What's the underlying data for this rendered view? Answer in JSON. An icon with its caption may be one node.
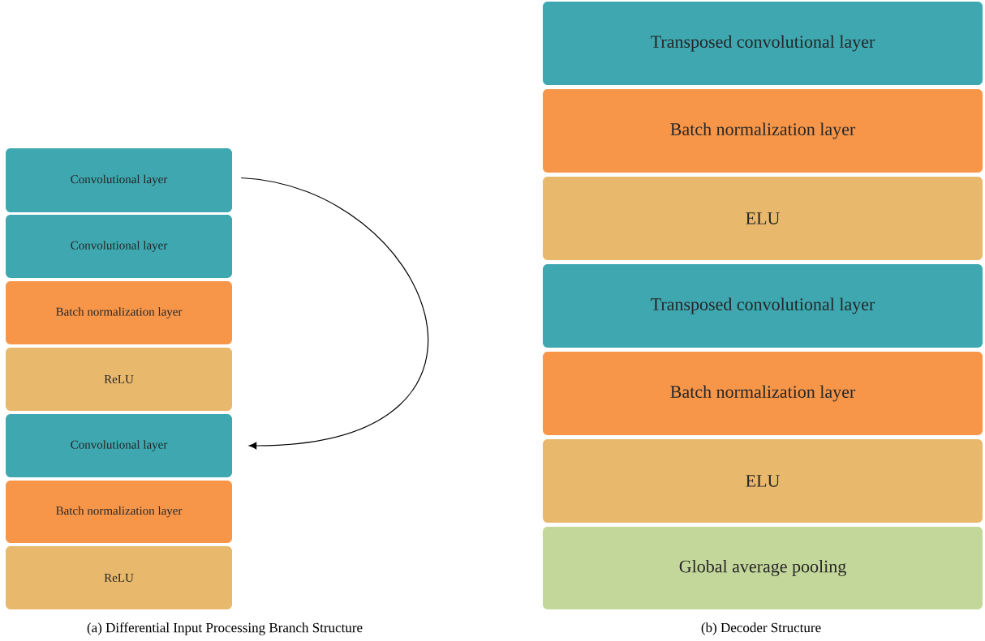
{
  "diagram": {
    "nodes": [
      {
        "text": [
          "Convolutional layer"
        ]
      },
      {
        "text": [
          "Convolutional layer"
        ]
      },
      {
        "text": [
          "Batch normalization layer"
        ]
      },
      {
        "text": [
          "ReLU"
        ]
      },
      {
        "text": [
          "Convolutional layer"
        ]
      },
      {
        "text": [
          "Batch normalization layer"
        ]
      },
      {
        "text": [
          "ReLU"
        ]
      },
      {
        "text": [
          "Transposed convolutional layer"
        ]
      },
      {
        "text": [
          "Batch normalization layer"
        ]
      },
      {
        "text": [
          "ELU"
        ]
      },
      {
        "text": [
          "Transposed convolutional layer"
        ]
      },
      {
        "text": [
          "Batch normalization layer"
        ]
      },
      {
        "text": [
          "ELU"
        ]
      },
      {
        "text": [
          "Global average pooling"
        ]
      }
    ],
    "edges": [
      {
        "from": 0,
        "to": 4,
        "arrow": "to"
      }
    ],
    "labels": [
      "(a) Differential Input Processing Branch Structure",
      "(b) Decoder Structure"
    ]
  }
}
